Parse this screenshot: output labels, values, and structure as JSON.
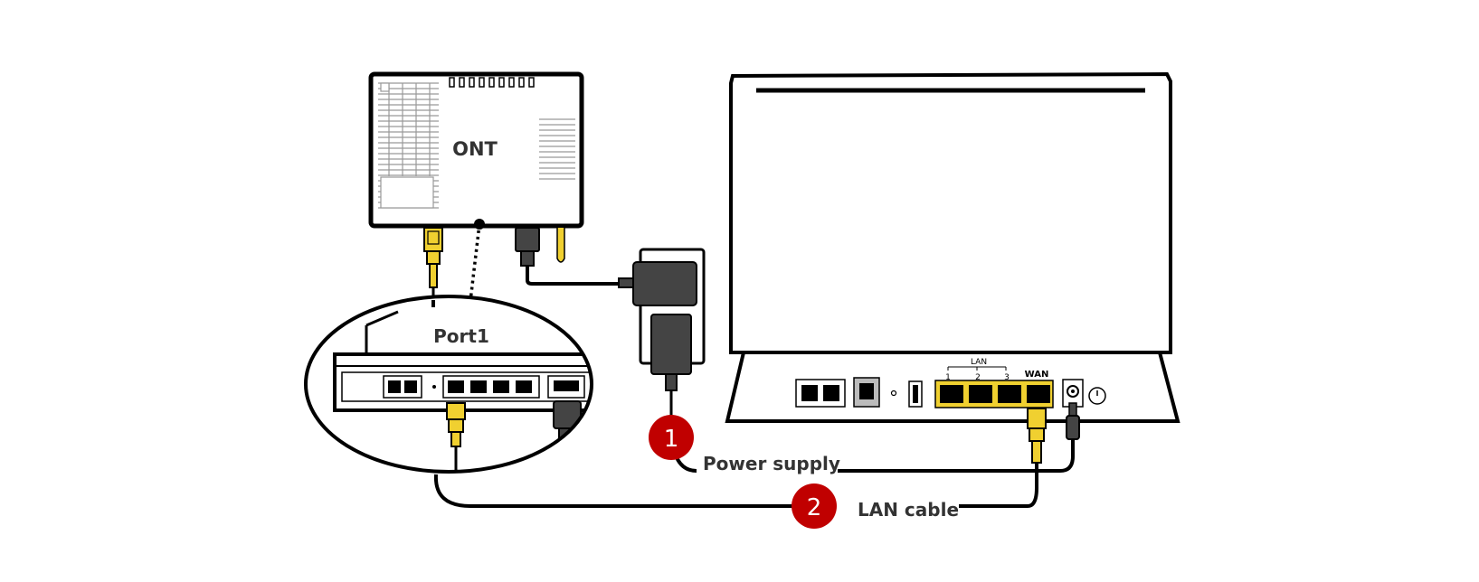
{
  "devices": {
    "ont_label": "ONT",
    "port_label": "Port1"
  },
  "router_ports": {
    "lan_group_label": "LAN",
    "lan_numbers": [
      "1",
      "2",
      "3"
    ],
    "wan_label": "WAN"
  },
  "steps": [
    {
      "number": "1",
      "label": "Power supply"
    },
    {
      "number": "2",
      "label": "LAN cable"
    }
  ],
  "colors": {
    "badge": "#c00000",
    "cable_connector": "#f0d030",
    "port_highlight": "#f0d030",
    "plug": "#444444",
    "label_text": "#333333"
  }
}
